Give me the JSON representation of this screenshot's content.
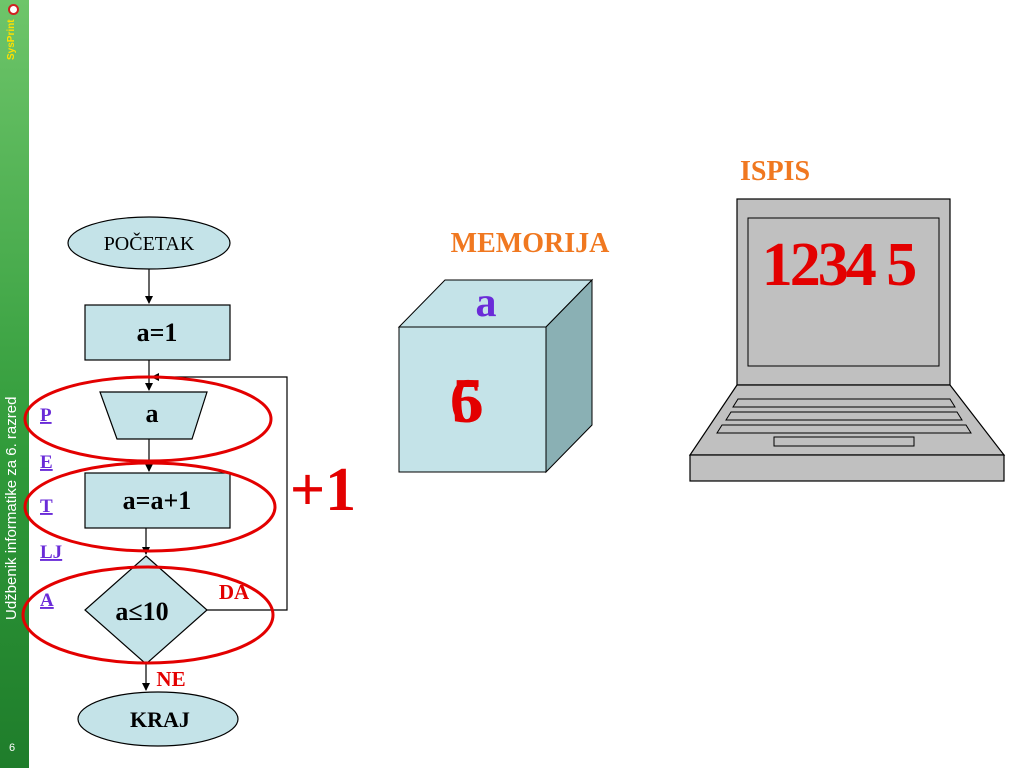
{
  "sidebar": {
    "vertical_text": "Udžbenik informatike za 6. razred",
    "page_number": "6",
    "brand": "SysPrint"
  },
  "flowchart": {
    "start_label": "POČETAK",
    "assign_label": "a=1",
    "output_label": "a",
    "increment_label": "a=a+1",
    "condition_label": "a≤10",
    "yes_label": "DA",
    "no_label": "NE",
    "end_label": "KRAJ",
    "loop_annotation": "+1",
    "loop_letters": [
      "P",
      "E",
      "T",
      "LJ",
      "A"
    ]
  },
  "memory": {
    "title": "MEMORIJA",
    "variable_name": "a",
    "values": [
      "6",
      "5"
    ]
  },
  "output": {
    "title": "ISPIS",
    "screen_text": "1234 5"
  },
  "colors": {
    "title_orange": "#f07820",
    "red": "#e30000",
    "shape_fill": "#c4e3e8",
    "letters": "#6a2bd8",
    "sidebar_green": "#3a9a3e"
  }
}
